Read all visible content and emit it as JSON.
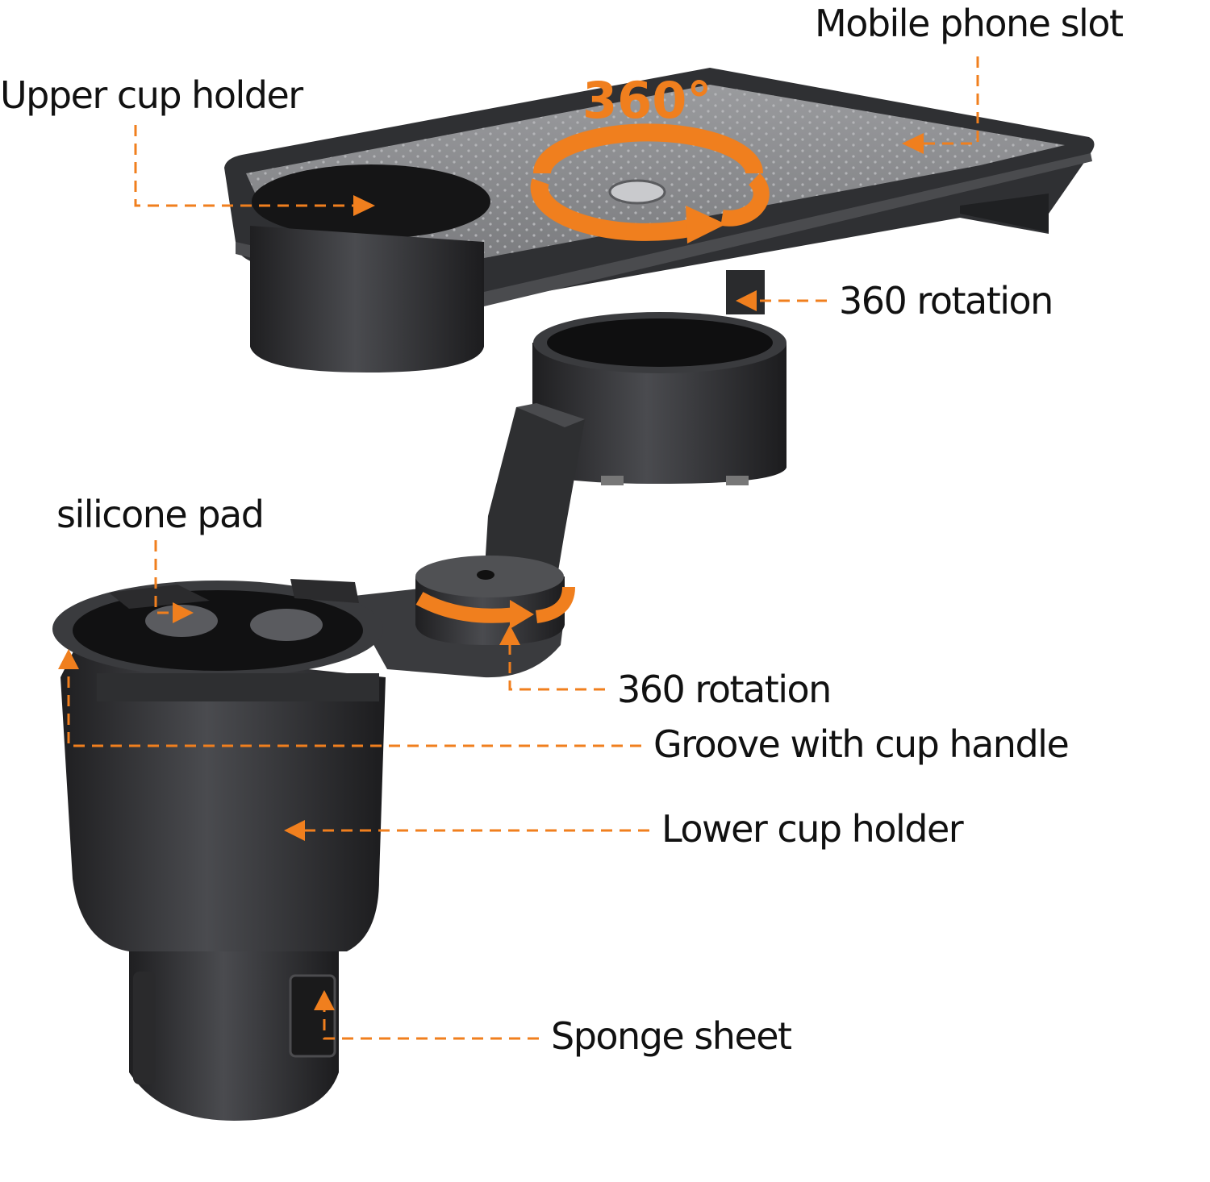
{
  "labels": {
    "mobile_phone_slot": "Mobile phone slot",
    "upper_cup_holder": "Upper cup holder",
    "rotation_top": "360 rotation",
    "silicone_pad": "silicone pad",
    "rotation_middle": "360 rotation",
    "groove_with_cup_handle": "Groove with cup handle",
    "lower_cup_holder": "Lower cup holder",
    "sponge_sheet": "Sponge sheet"
  },
  "badge": {
    "degrees": "360°"
  },
  "colors": {
    "accent_orange": "#f07f1e",
    "plastic_dark": "#2b2b2d",
    "plastic_mid": "#3e3e41",
    "plastic_light": "#55565a",
    "tray_surface": "#8a8b8e",
    "text": "#111111"
  },
  "icons": {
    "rotation_arrow": "circular-arrow-icon",
    "callout_arrow": "arrowhead-icon"
  }
}
